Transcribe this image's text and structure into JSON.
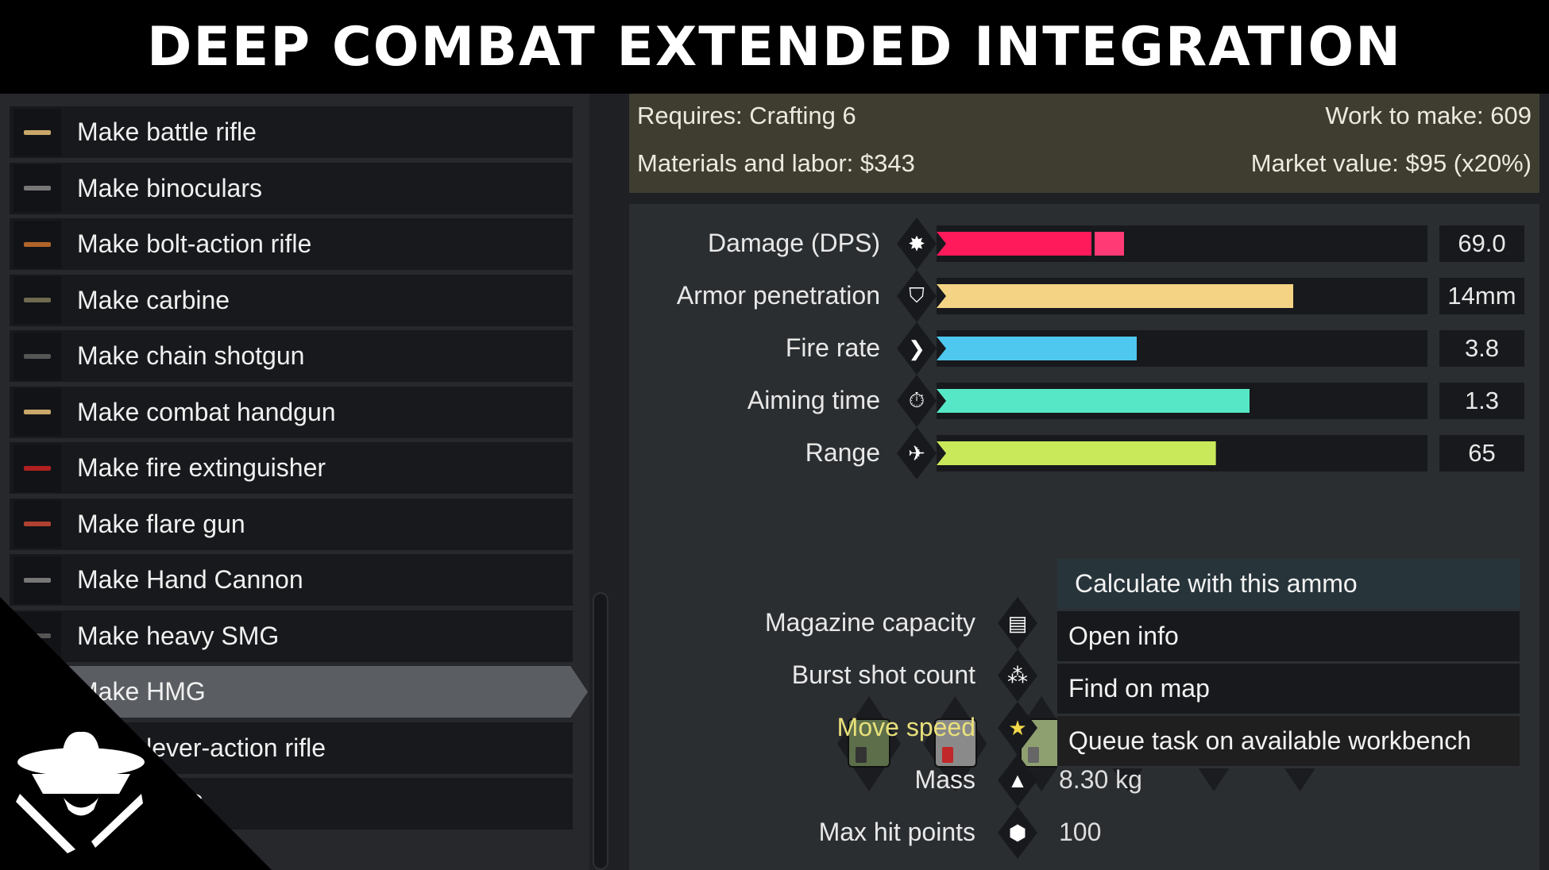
{
  "title": "DEEP COMBAT EXTENDED INTEGRATION",
  "recipes": [
    {
      "label": "Make battle rifle",
      "color": "#c9a86a"
    },
    {
      "label": "Make binoculars",
      "color": "#777"
    },
    {
      "label": "Make bolt-action rifle",
      "color": "#b0642a"
    },
    {
      "label": "Make carbine",
      "color": "#6d6a50"
    },
    {
      "label": "Make chain shotgun",
      "color": "#555"
    },
    {
      "label": "Make combat handgun",
      "color": "#c9a86a"
    },
    {
      "label": "Make fire extinguisher",
      "color": "#b02020"
    },
    {
      "label": "Make flare gun",
      "color": "#b04030"
    },
    {
      "label": "Make Hand Cannon",
      "color": "#777"
    },
    {
      "label": "Make heavy SMG",
      "color": "#555"
    },
    {
      "label": "Make HMG",
      "color": "#555",
      "selected": true
    },
    {
      "label": "Make lever-action rifle",
      "color": "#8a5a2a"
    },
    {
      "label": "Make SMG",
      "color": "#555"
    }
  ],
  "info": {
    "requires": "Requires: Crafting 6",
    "work": "Work to make: 609",
    "materials": "Materials and labor: $343",
    "market": "Market value: $95 (x20%)"
  },
  "stats": [
    {
      "label": "Damage (DPS)",
      "icon": "damage-icon",
      "glyph": "✸",
      "value": "69.0",
      "fraction": 0.316,
      "extra": 0.066,
      "color": "#ff1a5b",
      "extraColor": "#ff3a75"
    },
    {
      "label": "Armor penetration",
      "icon": "armor-penetration-icon",
      "glyph": "⛉",
      "value": "14mm",
      "fraction": 0.727,
      "color": "#f4d385"
    },
    {
      "label": "Fire rate",
      "icon": "fire-rate-icon",
      "glyph": "❯",
      "value": "3.8",
      "fraction": 0.408,
      "color": "#4fc8ef"
    },
    {
      "label": "Aiming time",
      "icon": "stopwatch-icon",
      "glyph": "⏱",
      "value": "1.3",
      "fraction": 0.638,
      "color": "#56e8c6"
    },
    {
      "label": "Range",
      "icon": "range-icon",
      "glyph": "✈",
      "value": "65",
      "fraction": 0.569,
      "color": "#c9e85a"
    }
  ],
  "ammo": [
    {
      "color": "#5d6e4a",
      "band": "#333"
    },
    {
      "color": "#8a8a8a",
      "band": "#c0282a"
    },
    {
      "color": "#8fa070",
      "band": "#666"
    },
    {
      "color": "#e0ad1a",
      "band": "#2aa0d0",
      "selected": true
    },
    {
      "color": "#4a4c4f",
      "band": "#d8d82a"
    },
    {
      "color": "#6e5a45",
      "band": "#c8a890"
    }
  ],
  "details": [
    {
      "label": "Magazine capacity",
      "icon": "magazine-icon",
      "glyph": "▤",
      "value": ""
    },
    {
      "label": "Burst shot count",
      "icon": "burst-icon",
      "glyph": "⁂",
      "value": ""
    },
    {
      "label": "Move speed",
      "icon": "star-icon",
      "glyph": "★",
      "value": "",
      "highlight": true
    },
    {
      "label": "Mass",
      "icon": "weight-icon",
      "glyph": "▲",
      "value": "8.30 kg"
    },
    {
      "label": "Max hit points",
      "icon": "hitpoints-icon",
      "glyph": "⬢",
      "value": "100"
    }
  ],
  "menu": [
    "Calculate with this ammo",
    "Open info",
    "Find on map",
    "Queue task on available workbench"
  ]
}
